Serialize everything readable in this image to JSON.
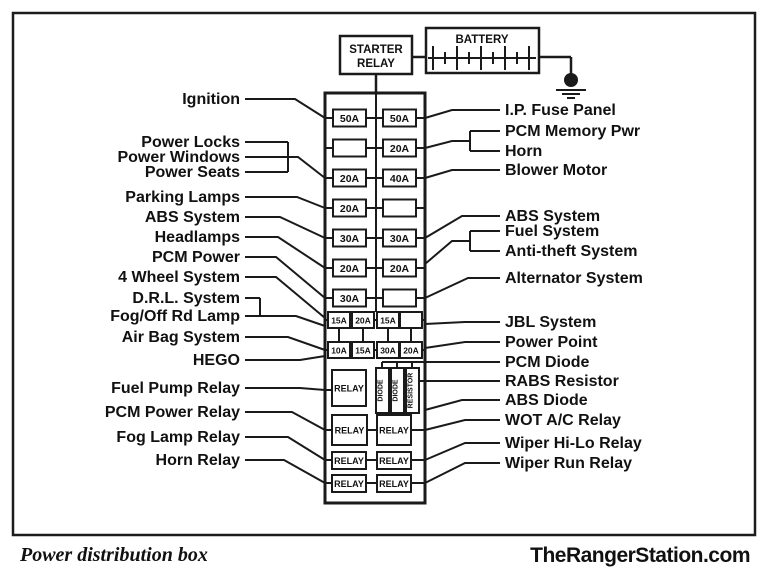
{
  "header": {
    "starter_relay_line1": "STARTER",
    "starter_relay_line2": "RELAY",
    "battery_label": "BATTERY"
  },
  "left_labels": [
    "Ignition",
    "Power Locks",
    "Power Windows",
    "Power Seats",
    "Parking Lamps",
    "ABS System",
    "Headlamps",
    "PCM Power",
    "4 Wheel System",
    "D.R.L. System",
    "Fog/Off Rd Lamp",
    "Air Bag System",
    "HEGO",
    "Fuel Pump Relay",
    "PCM Power Relay",
    "Fog Lamp Relay",
    "Horn Relay"
  ],
  "right_labels": [
    "I.P. Fuse Panel",
    "PCM Memory Pwr",
    "Horn",
    "Blower Motor",
    "ABS System",
    "Fuel System",
    "Anti-theft System",
    "Alternator System",
    "JBL System",
    "Power Point",
    "PCM Diode",
    "RABS Resistor",
    "ABS Diode",
    "WOT A/C Relay",
    "Wiper Hi-Lo Relay",
    "Wiper Run Relay"
  ],
  "fuse_box": {
    "rows": [
      {
        "left": "50A",
        "right": "50A"
      },
      {
        "left": "",
        "right": "20A"
      },
      {
        "left": "20A",
        "right": "40A"
      },
      {
        "left": "20A",
        "right": ""
      },
      {
        "left": "30A",
        "right": "30A"
      },
      {
        "left": "20A",
        "right": "20A"
      },
      {
        "left": "30A",
        "right": ""
      }
    ],
    "small_rows": [
      {
        "f1": "15A",
        "f2": "20A",
        "f3": "15A",
        "f4": ""
      },
      {
        "f1": "10A",
        "f2": "15A",
        "f3": "30A",
        "f4": "20A"
      }
    ],
    "relay_label": "RELAY",
    "vertical_units": [
      "DIODE",
      "DIODE",
      "RESISTOR"
    ]
  },
  "footer": {
    "caption": "Power distribution box",
    "source": "TheRangerStation.com"
  }
}
